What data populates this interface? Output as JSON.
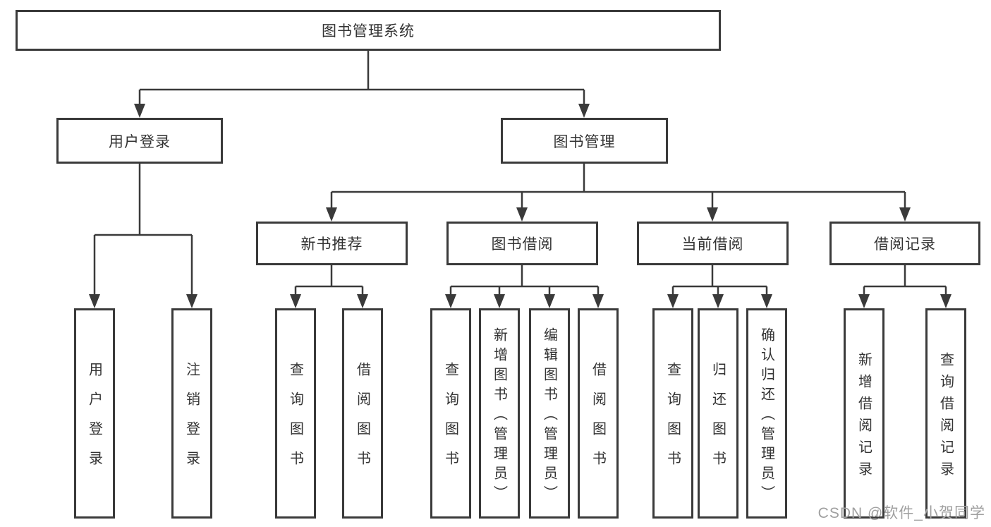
{
  "tree": {
    "label": "图书管理系统",
    "children": [
      {
        "label": "用户登录",
        "children": [
          {
            "label": "用户登录"
          },
          {
            "label": "注销登录"
          }
        ]
      },
      {
        "label": "图书管理",
        "children": [
          {
            "label": "新书推荐",
            "children": [
              {
                "label": "查询图书"
              },
              {
                "label": "借阅图书"
              }
            ]
          },
          {
            "label": "图书借阅",
            "children": [
              {
                "label": "查询图书"
              },
              {
                "label": "新增图书（管理员）"
              },
              {
                "label": "编辑图书（管理员）"
              },
              {
                "label": "借阅图书"
              }
            ]
          },
          {
            "label": "当前借阅",
            "children": [
              {
                "label": "查询图书"
              },
              {
                "label": "归还图书"
              },
              {
                "label": "确认归还（管理员）"
              }
            ]
          },
          {
            "label": "借阅记录",
            "children": [
              {
                "label": "新增借阅记录"
              },
              {
                "label": "查询借阅记录"
              }
            ]
          }
        ]
      }
    ]
  },
  "watermark": {
    "text": "CSDN @软件_小贺同学"
  },
  "colors": {
    "line": "#3a3a3a",
    "text": "#333333",
    "box_background": "#ffffff",
    "watermark": "#a0a0a0",
    "page_background": "#ffffff"
  }
}
